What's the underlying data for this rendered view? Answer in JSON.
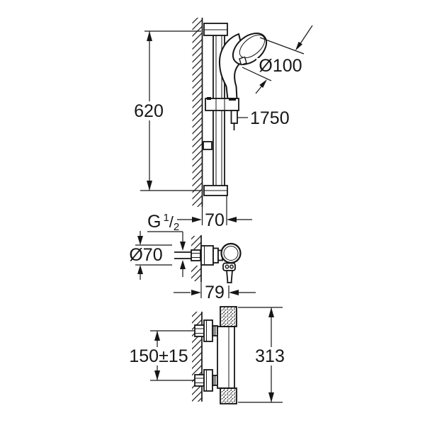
{
  "drawing": {
    "background": "#ffffff",
    "line_color": "#161616",
    "views": {
      "shower_rail": {
        "rail_height": "620",
        "head_diameter": "Ø100",
        "hose_length": "1750",
        "wall_distance": "70"
      },
      "valve": {
        "thread": {
          "letter": "G",
          "numerator": "1",
          "slash": "/",
          "denominator": "2"
        },
        "rosette_diameter": "Ø70",
        "depth": "79"
      },
      "thermostat": {
        "center_distance": "150±15",
        "height": "313"
      }
    }
  }
}
